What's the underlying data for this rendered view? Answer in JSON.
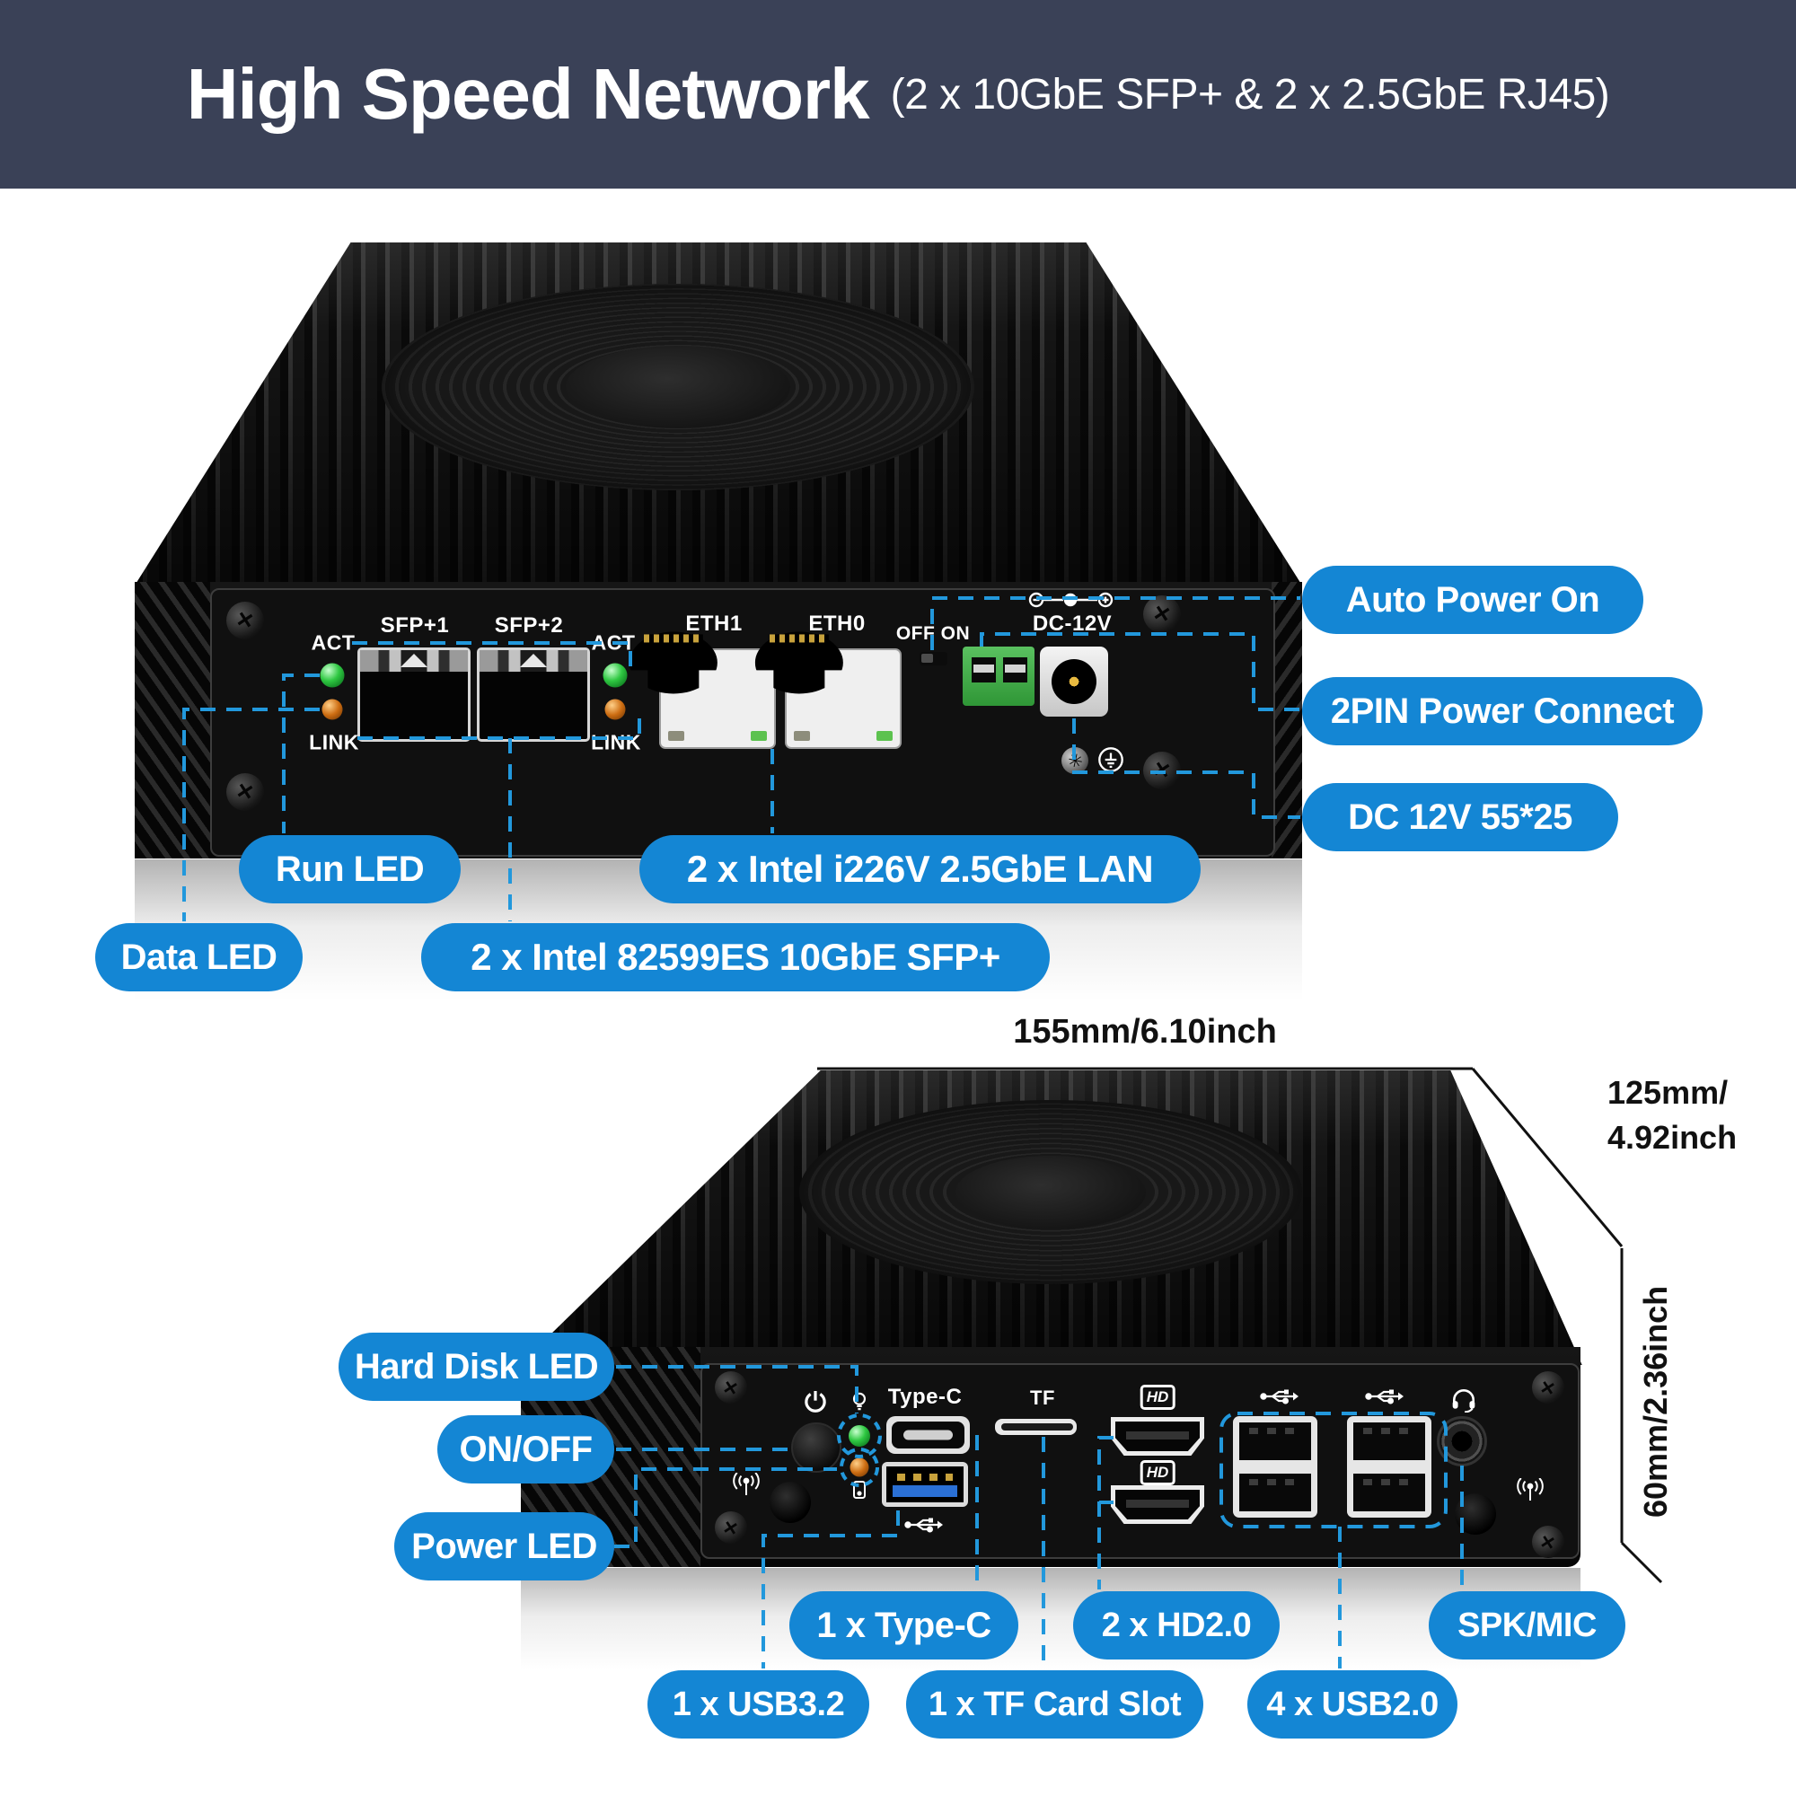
{
  "header": {
    "title": "High Speed Network",
    "subtitle": "(2 x 10GbE SFP+ & 2 x 2.5GbE RJ45)"
  },
  "colors": {
    "banner_bg": "#3a4157",
    "pill_blue": "#1486d4",
    "callout_line": "#2298dc",
    "dimension_line": "#111111",
    "led_green": "#2fc842",
    "led_orange": "#cd6d12",
    "terminal_green": "#46b14c",
    "device_black": "#0b0b0b"
  },
  "top_view": {
    "panel": {
      "act_left": "ACT",
      "link_left": "LINK",
      "sfp1": "SFP+1",
      "sfp2": "SFP+2",
      "act_right": "ACT",
      "link_right": "LINK",
      "eth1": "ETH1",
      "eth0": "ETH0",
      "power_switch": "OFF ON",
      "dc_label": "DC-12V"
    },
    "callouts": {
      "auto_power_on": "Auto Power On",
      "power_connect": "2PIN Power Connect",
      "dc_spec": "DC 12V 55*25",
      "run_led": "Run LED",
      "lan": "2 x Intel i226V 2.5GbE LAN",
      "data_led": "Data LED",
      "sfp": "2 x Intel 82599ES 10GbE SFP+"
    }
  },
  "bottom_view": {
    "panel": {
      "type_c": "Type-C",
      "tf": "TF",
      "hd_icon": "HD"
    },
    "callouts": {
      "hard_disk_led": "Hard Disk LED",
      "on_off": "ON/OFF",
      "power_led": "Power LED",
      "type_c": "1 x Type-C",
      "hd": "2 x HD2.0",
      "spk_mic": "SPK/MIC",
      "usb3": "1 x USB3.2",
      "tf_slot": "1 x TF Card Slot",
      "usb2": "4 x USB2.0"
    },
    "dimensions": {
      "width": "155mm/6.10inch",
      "depth_line1": "125mm/",
      "depth_line2": "4.92inch",
      "height": "60mm/2.36inch"
    }
  }
}
